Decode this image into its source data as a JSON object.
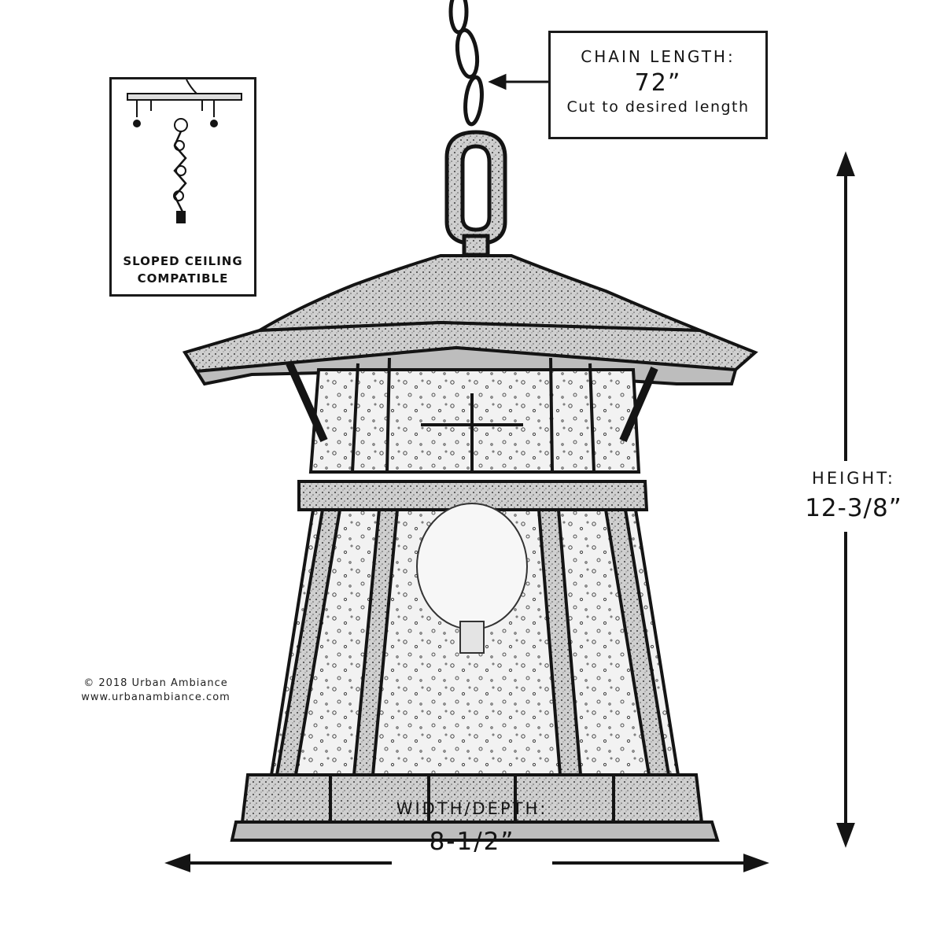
{
  "chain_callout": {
    "title": "CHAIN LENGTH:",
    "value": "72”",
    "note": "Cut to desired length"
  },
  "sloped_ceiling": {
    "line1": "SLOPED CEILING",
    "line2": "COMPATIBLE"
  },
  "height": {
    "label": "HEIGHT:",
    "value": "12-3/8”"
  },
  "width_depth": {
    "label": "WIDTH/DEPTH:",
    "value": "8-1/2”"
  },
  "copyright": {
    "line1": "© 2018 Urban Ambiance",
    "line2": "www.urbanambiance.com"
  },
  "colors": {
    "ink": "#141414",
    "background": "#ffffff",
    "glass_fill": "#efefef",
    "metal_fill": "#d4d4d4"
  }
}
